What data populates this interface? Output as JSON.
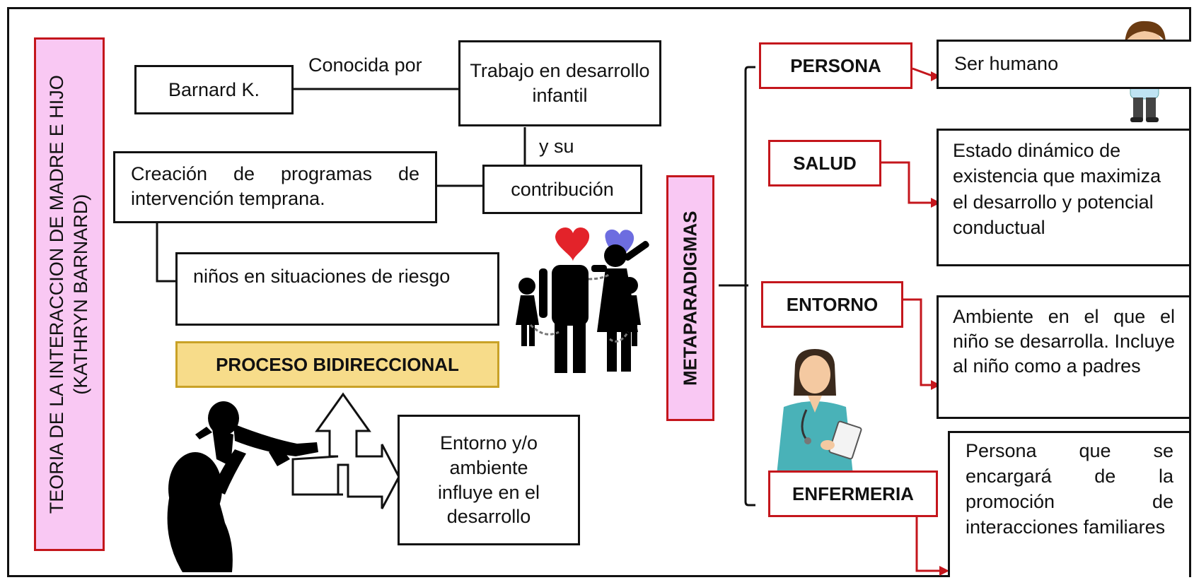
{
  "title": {
    "line1": "TEORIA DE LA INTERACCION DE MADRE E HIJO",
    "line2": "(KATHRYN BARNARD)"
  },
  "left": {
    "barnard": "Barnard K.",
    "conocida": "Conocida por",
    "trabajo": "Trabajo en desarrollo infantil",
    "ysu": "y su",
    "contribucion": "contribución",
    "creacion": "Creación de programas de intervención temprana.",
    "ninos": "niños en situaciones de riesgo",
    "proceso": "PROCESO BIDIRECCIONAL",
    "entorno_box": "Entorno y/o ambiente influye en el desarrollo"
  },
  "meta": {
    "title": "METAPARADIGMAS",
    "items": [
      {
        "label": "PERSONA",
        "desc": "Ser humano"
      },
      {
        "label": "SALUD",
        "desc": "Estado dinámico de existencia que maximiza el desarrollo y potencial conductual"
      },
      {
        "label": "ENTORNO",
        "desc": "Ambiente en el que el niño se desarrolla. Incluye al niño como a padres"
      },
      {
        "label": "ENFERMERIA",
        "desc": "Persona que se encargará de la promoción de interacciones familiares"
      }
    ]
  },
  "colors": {
    "pink": "#f9c8f3",
    "red_border": "#c4161c",
    "gold": "#f7dc8a",
    "gold_border": "#c9a227"
  }
}
